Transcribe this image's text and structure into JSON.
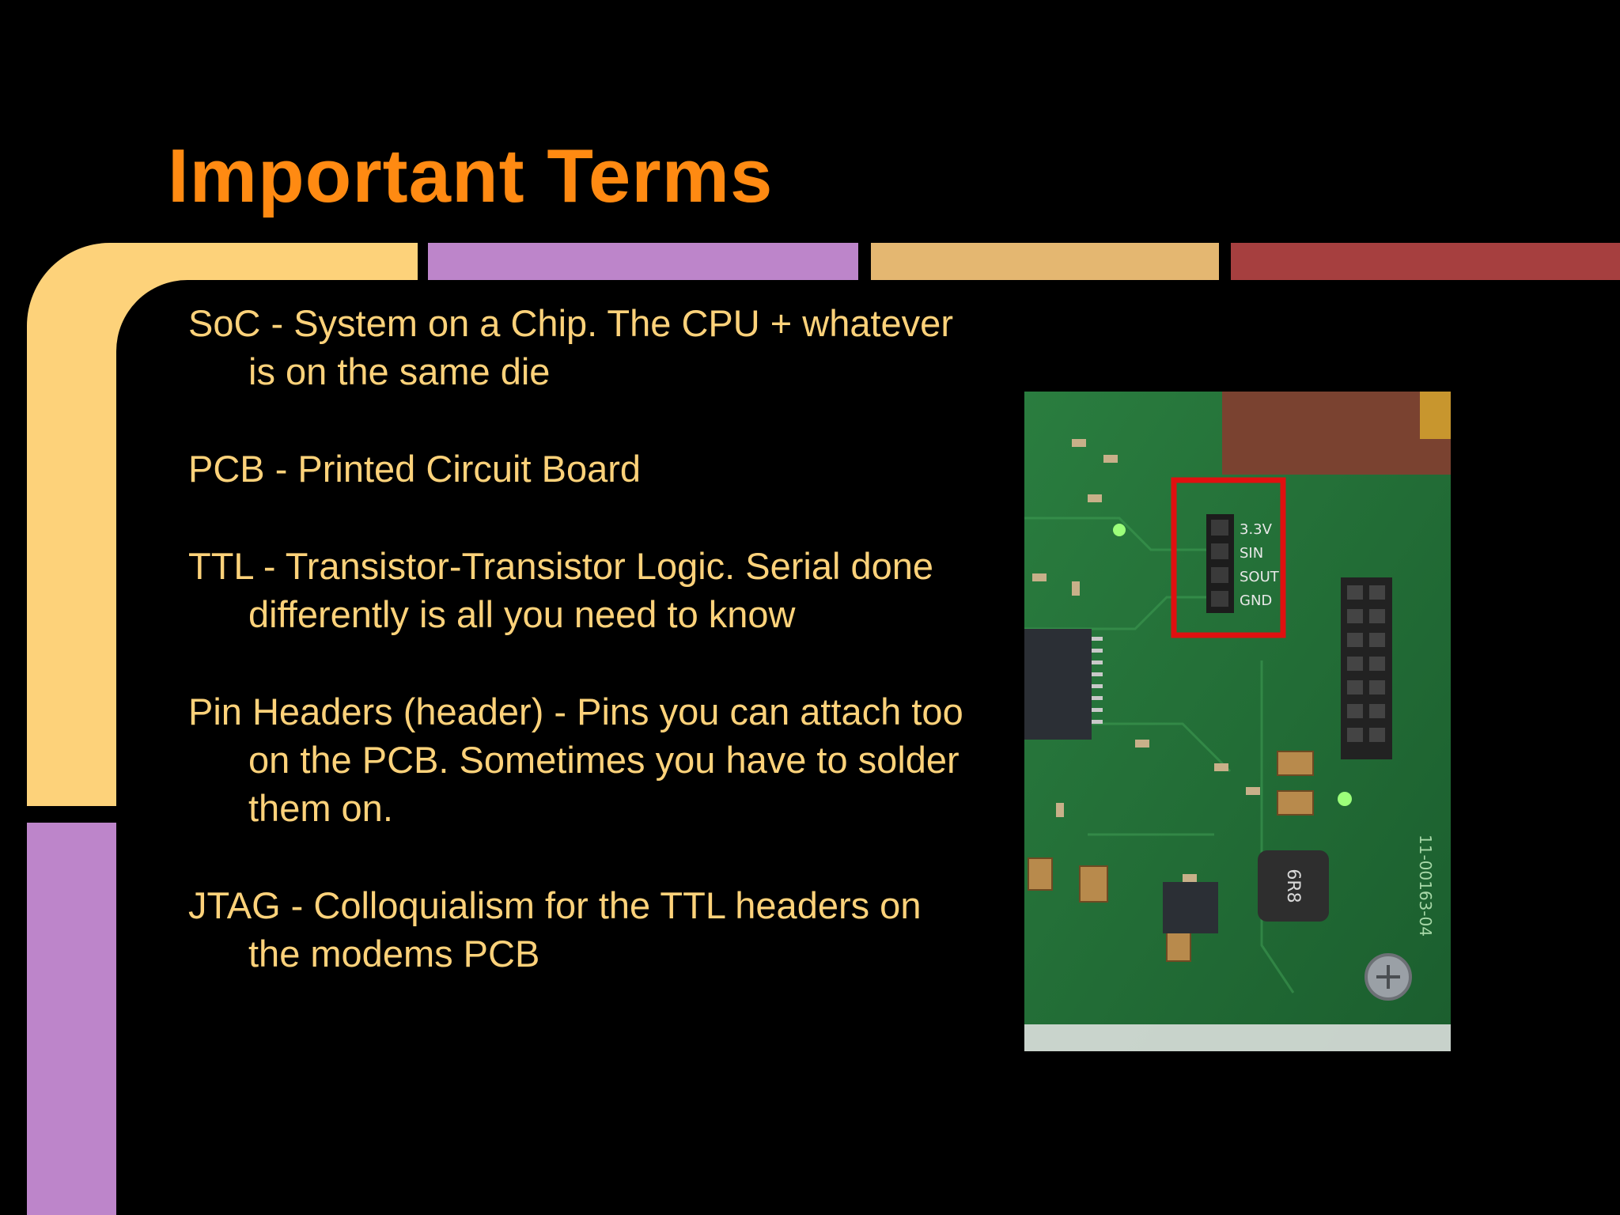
{
  "slide": {
    "title": "Important Terms",
    "terms": [
      {
        "text": "SoC - System on a Chip. The CPU + whatever is on the same die"
      },
      {
        "text": "PCB - Printed Circuit Board"
      },
      {
        "text": "TTL - Transistor-Transistor Logic. Serial done differently is all you need to know"
      },
      {
        "text": "Pin Headers (header) - Pins you can attach too on the PCB. Sometimes you have to solder them on."
      },
      {
        "text": "JTAG - Colloquialism for the TTL headers on the modems PCB"
      }
    ]
  },
  "photo": {
    "header_labels": [
      "3.3V",
      "SIN",
      "SOUT",
      "GND"
    ],
    "inductor_label": "6R8",
    "board_id": "11-00163-04",
    "highlight_color": "#e01010"
  },
  "colors": {
    "background": "#000000",
    "title": "#ff8a12",
    "text": "#fdd27a",
    "frame_yellow": "#fdd27a",
    "frame_purple": "#bd85ca",
    "frame_tan": "#e4b771",
    "frame_red": "#a63f3f",
    "pcb_green": "#1f6b33"
  }
}
